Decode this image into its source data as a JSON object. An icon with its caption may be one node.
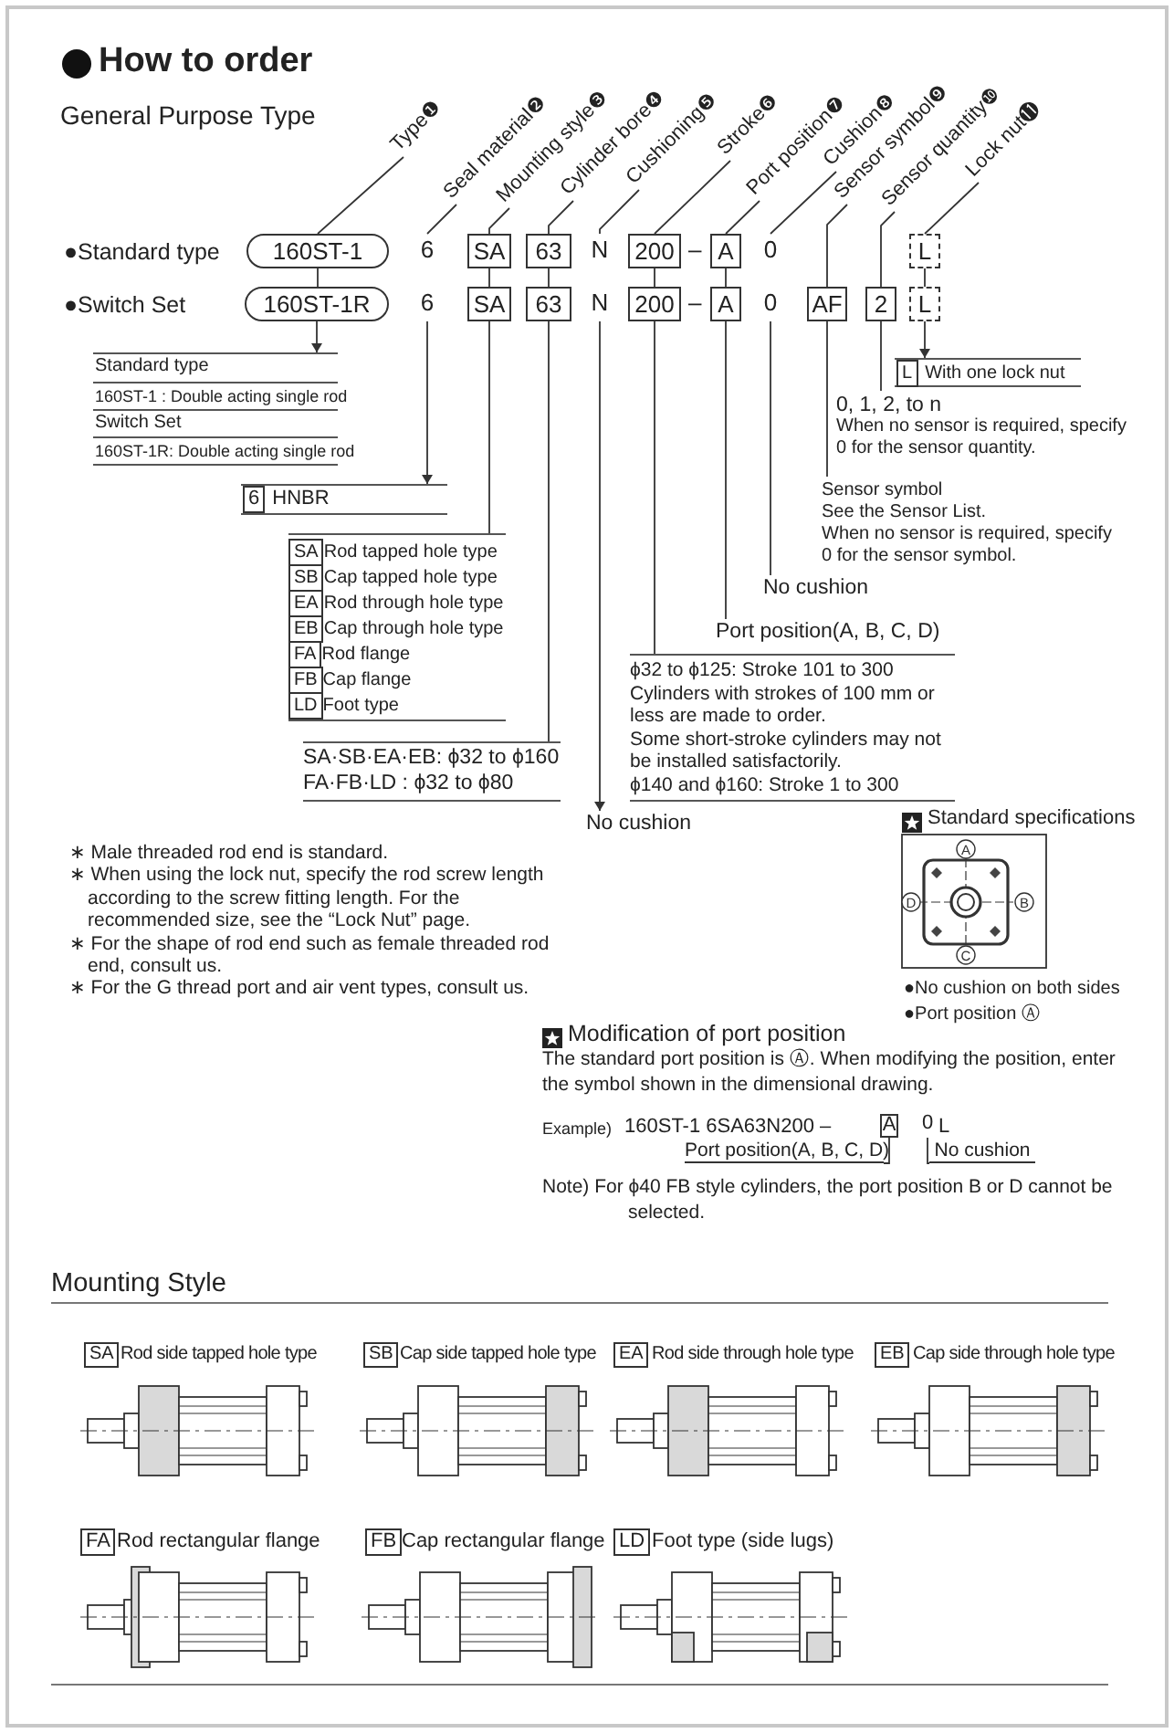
{
  "diagram": {
    "title": "How to order",
    "nodes": [
      {
        "text": [
          "Type❶"
        ]
      },
      {
        "text": [
          "Seal material❷"
        ]
      },
      {
        "text": [
          "Mounting style❸"
        ]
      },
      {
        "text": [
          "Cylinder bore❹"
        ]
      },
      {
        "text": [
          "Cushioning❺"
        ]
      },
      {
        "text": [
          "Stroke❻"
        ]
      },
      {
        "text": [
          "Port position❼"
        ]
      },
      {
        "text": [
          "Cushion❽"
        ]
      },
      {
        "text": [
          "Sensor symbol❾"
        ]
      },
      {
        "text": [
          "Sensor quantity❿"
        ]
      },
      {
        "text": [
          "Lock nut⓫"
        ]
      },
      {
        "text": [
          "160ST-1"
        ]
      },
      {
        "text": [
          "6"
        ]
      },
      {
        "text": [
          "SA"
        ]
      },
      {
        "text": [
          "63"
        ]
      },
      {
        "text": [
          "N"
        ]
      },
      {
        "text": [
          "200"
        ]
      },
      {
        "text": [
          "A"
        ]
      },
      {
        "text": [
          "0"
        ]
      },
      {
        "text": [
          "L"
        ]
      },
      {
        "text": [
          "160ST-1R"
        ]
      },
      {
        "text": [
          "6"
        ]
      },
      {
        "text": [
          "SA"
        ]
      },
      {
        "text": [
          "63"
        ]
      },
      {
        "text": [
          "N"
        ]
      },
      {
        "text": [
          "200"
        ]
      },
      {
        "text": [
          "A"
        ]
      },
      {
        "text": [
          "0"
        ]
      },
      {
        "text": [
          "AF"
        ]
      },
      {
        "text": [
          "2"
        ]
      },
      {
        "text": [
          "L"
        ]
      },
      {
        "text": [
          "Standard type",
          "160ST-1 : Double acting single rod",
          "Switch Set",
          "160ST-1R: Double acting single rod"
        ]
      },
      {
        "text": [
          "6",
          "HNBR"
        ]
      },
      {
        "text": [
          "SA",
          "Rod tapped hole type",
          "SB",
          "Cap tapped hole type",
          "EA",
          "Rod through hole type",
          "EB",
          "Cap through hole type",
          "FA",
          "Rod flange",
          "FB",
          "Cap flange",
          "LD",
          "Foot type"
        ]
      },
      {
        "text": [
          "SA·SB·EA·EB: ϕ32 to ϕ160",
          "FA·FB·LD : ϕ32 to ϕ80"
        ]
      },
      {
        "text": [
          "No cushion"
        ]
      },
      {
        "text": [
          "ϕ32 to ϕ125: Stroke 101 to 300",
          "Cylinders with strokes of 100 mm or less are made to order.",
          "Some short-stroke cylinders may not be installed satisfactorily.",
          "ϕ140 and ϕ160: Stroke 1 to 300"
        ]
      },
      {
        "text": [
          "Port position(A, B, C, D)"
        ]
      },
      {
        "text": [
          "No cushion"
        ]
      },
      {
        "text": [
          "Sensor symbol",
          "See the Sensor List.",
          "When no sensor is required, specify 0 for the sensor symbol."
        ]
      },
      {
        "text": [
          "0, 1, 2, to n",
          "When no sensor is required, specify 0 for the sensor quantity."
        ]
      },
      {
        "text": [
          "L",
          "With one lock nut"
        ]
      },
      {
        "text": [
          "A"
        ]
      },
      {
        "text": [
          "0"
        ]
      },
      {
        "text": [
          "Port position(A, B, C, D)"
        ]
      },
      {
        "text": [
          "No cushion"
        ]
      }
    ],
    "edges": [
      {
        "from": 0,
        "to": 11,
        "arrow": "none"
      },
      {
        "from": 1,
        "to": 12,
        "arrow": "none"
      },
      {
        "from": 2,
        "to": 13,
        "arrow": "none"
      },
      {
        "from": 3,
        "to": 14,
        "arrow": "none"
      },
      {
        "from": 4,
        "to": 15,
        "arrow": "none"
      },
      {
        "from": 5,
        "to": 16,
        "arrow": "none"
      },
      {
        "from": 6,
        "to": 17,
        "arrow": "none"
      },
      {
        "from": 7,
        "to": 18,
        "arrow": "none"
      },
      {
        "from": 8,
        "to": 28,
        "arrow": "none"
      },
      {
        "from": 9,
        "to": 29,
        "arrow": "none"
      },
      {
        "from": 10,
        "to": 19,
        "arrow": "none"
      },
      {
        "from": 11,
        "to": 20,
        "arrow": "none"
      },
      {
        "from": 13,
        "to": 22,
        "arrow": "none"
      },
      {
        "from": 14,
        "to": 23,
        "arrow": "none"
      },
      {
        "from": 16,
        "to": 25,
        "arrow": "none"
      },
      {
        "from": 17,
        "to": 26,
        "arrow": "none"
      },
      {
        "from": 19,
        "to": 30,
        "arrow": "none"
      },
      {
        "from": 20,
        "to": 31,
        "arrow": "to"
      },
      {
        "from": 21,
        "to": 32,
        "arrow": "to"
      },
      {
        "from": 22,
        "to": 33,
        "arrow": "none"
      },
      {
        "from": 23,
        "to": 34,
        "arrow": "none"
      },
      {
        "from": 24,
        "to": 35,
        "arrow": "to"
      },
      {
        "from": 25,
        "to": 36,
        "arrow": "none"
      },
      {
        "from": 26,
        "to": 37,
        "arrow": "none"
      },
      {
        "from": 27,
        "to": 38,
        "arrow": "none"
      },
      {
        "from": 28,
        "to": 39,
        "arrow": "none"
      },
      {
        "from": 29,
        "to": 40,
        "arrow": "none"
      },
      {
        "from": 30,
        "to": 41,
        "arrow": "to"
      },
      {
        "from": 42,
        "to": 44,
        "arrow": "none"
      },
      {
        "from": 43,
        "to": 45,
        "arrow": "none"
      }
    ],
    "labels": [
      "General Purpose Type",
      "●Standard type",
      "●Switch Set",
      "–",
      "–",
      "∗ Male threaded rod end is standard.",
      "∗ When using the lock nut, specify the rod screw length according to the screw fitting length. For the recommended size, see the “Lock Nut” page.",
      "∗ For the shape of rod end such as female threaded rod end, consult us.",
      "∗ For the G thread port and air vent types, consult us.",
      "Standard specifications",
      "A",
      "D",
      "B",
      "C",
      "●No cushion on both sides",
      "●Port position Ⓐ",
      "Modification of port position",
      "The standard port position is Ⓐ. When modifying the position, enter the symbol shown in the dimensional drawing.",
      "Example)",
      "160ST-1 6SA63N200 –",
      "L",
      "Note) For ϕ40 FB style cylinders, the port position B or D cannot be selected.",
      "Mounting Style",
      "SA",
      "Rod side tapped hole type",
      "SB",
      "Cap side tapped hole type",
      "EA",
      "Rod side through hole type",
      "EB",
      "Cap side through hole type",
      "FA",
      "Rod rectangular flange",
      "FB",
      "Cap rectangular flange",
      "LD",
      "Foot type (side lugs)"
    ]
  }
}
